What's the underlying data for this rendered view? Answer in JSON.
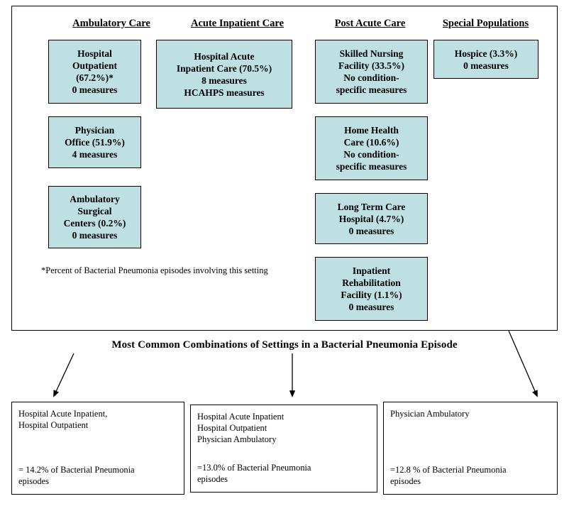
{
  "columns": [
    {
      "heading": "Ambulatory Care"
    },
    {
      "heading": "Acute Inpatient Care"
    },
    {
      "heading": "Post Acute Care"
    },
    {
      "heading": "Special Populations"
    }
  ],
  "nodes": {
    "hospital_outpatient": {
      "line1": "Hospital",
      "line2": "Outpatient",
      "line3": "(67.2%)*",
      "line4": "0 measures"
    },
    "physician_office": {
      "line1": "Physician",
      "line2": "Office (51.9%)",
      "line3": "4 measures"
    },
    "ambulatory_surgical_centers": {
      "line1": "Ambulatory",
      "line2": "Surgical",
      "line3": "Centers (0.2%)",
      "line4": "0 measures"
    },
    "hospital_acute_inpatient": {
      "line1": "Hospital Acute",
      "line2": "Inpatient Care (70.5%)",
      "line3": "8 measures",
      "line4": "HCAHPS measures"
    },
    "skilled_nursing_facility": {
      "line1": "Skilled Nursing",
      "line2": "Facility (33.5%)",
      "line3": "No condition-",
      "line4": "specific measures"
    },
    "home_health_care": {
      "line1": "Home Health",
      "line2": "Care (10.6%)",
      "line3": "No condition-",
      "line4": "specific measures"
    },
    "long_term_care_hospital": {
      "line1": "Long Term Care",
      "line2": "Hospital (4.7%)",
      "line3": "0 measures"
    },
    "inpatient_rehabilitation_facility": {
      "line1": "Inpatient",
      "line2": "Rehabilitation",
      "line3": "Facility (1.1%)",
      "line4": "0 measures"
    },
    "hospice": {
      "line1": "Hospice (3.3%)",
      "line2": "0 measures"
    }
  },
  "footnote": "*Percent of Bacterial Pneumonia episodes involving this setting",
  "middle_title": "Most Common Combinations of Settings in a Bacterial Pneumonia Episode",
  "combinations": [
    {
      "settings": [
        "Hospital Acute Inpatient,",
        "Hospital Outpatient"
      ],
      "result_line1": "= 14.2% of Bacterial Pneumonia",
      "result_line2": "episodes"
    },
    {
      "settings": [
        "Hospital Acute Inpatient",
        "Hospital Outpatient",
        "Physician Ambulatory"
      ],
      "result_line1": "=13.0% of Bacterial Pneumonia",
      "result_line2": "episodes"
    },
    {
      "settings": [
        "Physician Ambulatory"
      ],
      "result_line1": "=12.8 % of Bacterial Pneumonia",
      "result_line2": "episodes"
    }
  ],
  "colors": {
    "node_fill": "#bfe0e3",
    "border": "#000000",
    "background": "#ffffff"
  }
}
